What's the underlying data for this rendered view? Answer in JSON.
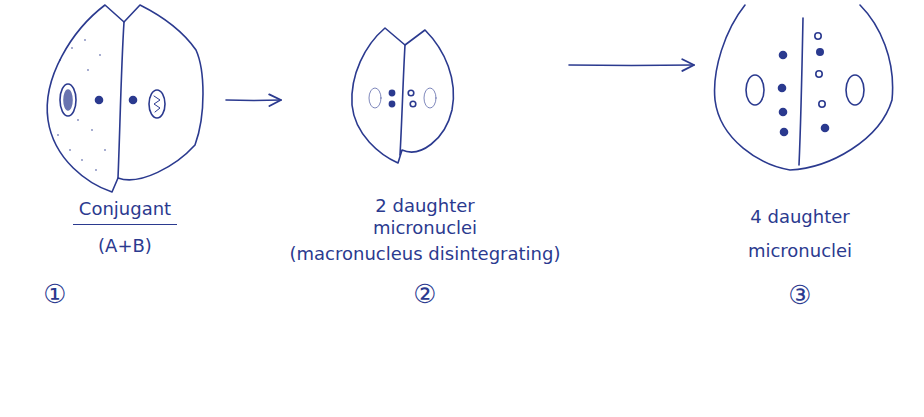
{
  "diagram": {
    "nodes": [
      {
        "text": [
          "Conjugant",
          "(A+B)",
          "①"
        ]
      },
      {
        "text": [
          "2 daughter micronuclei",
          "(macronucleus disintegrating)",
          "②"
        ]
      },
      {
        "text": [
          "4 daughter micronuclei",
          "③"
        ]
      }
    ],
    "edges": [
      {
        "from": 0,
        "to": 1,
        "arrow": "to"
      },
      {
        "from": 1,
        "to": 2,
        "arrow": "to"
      }
    ]
  }
}
